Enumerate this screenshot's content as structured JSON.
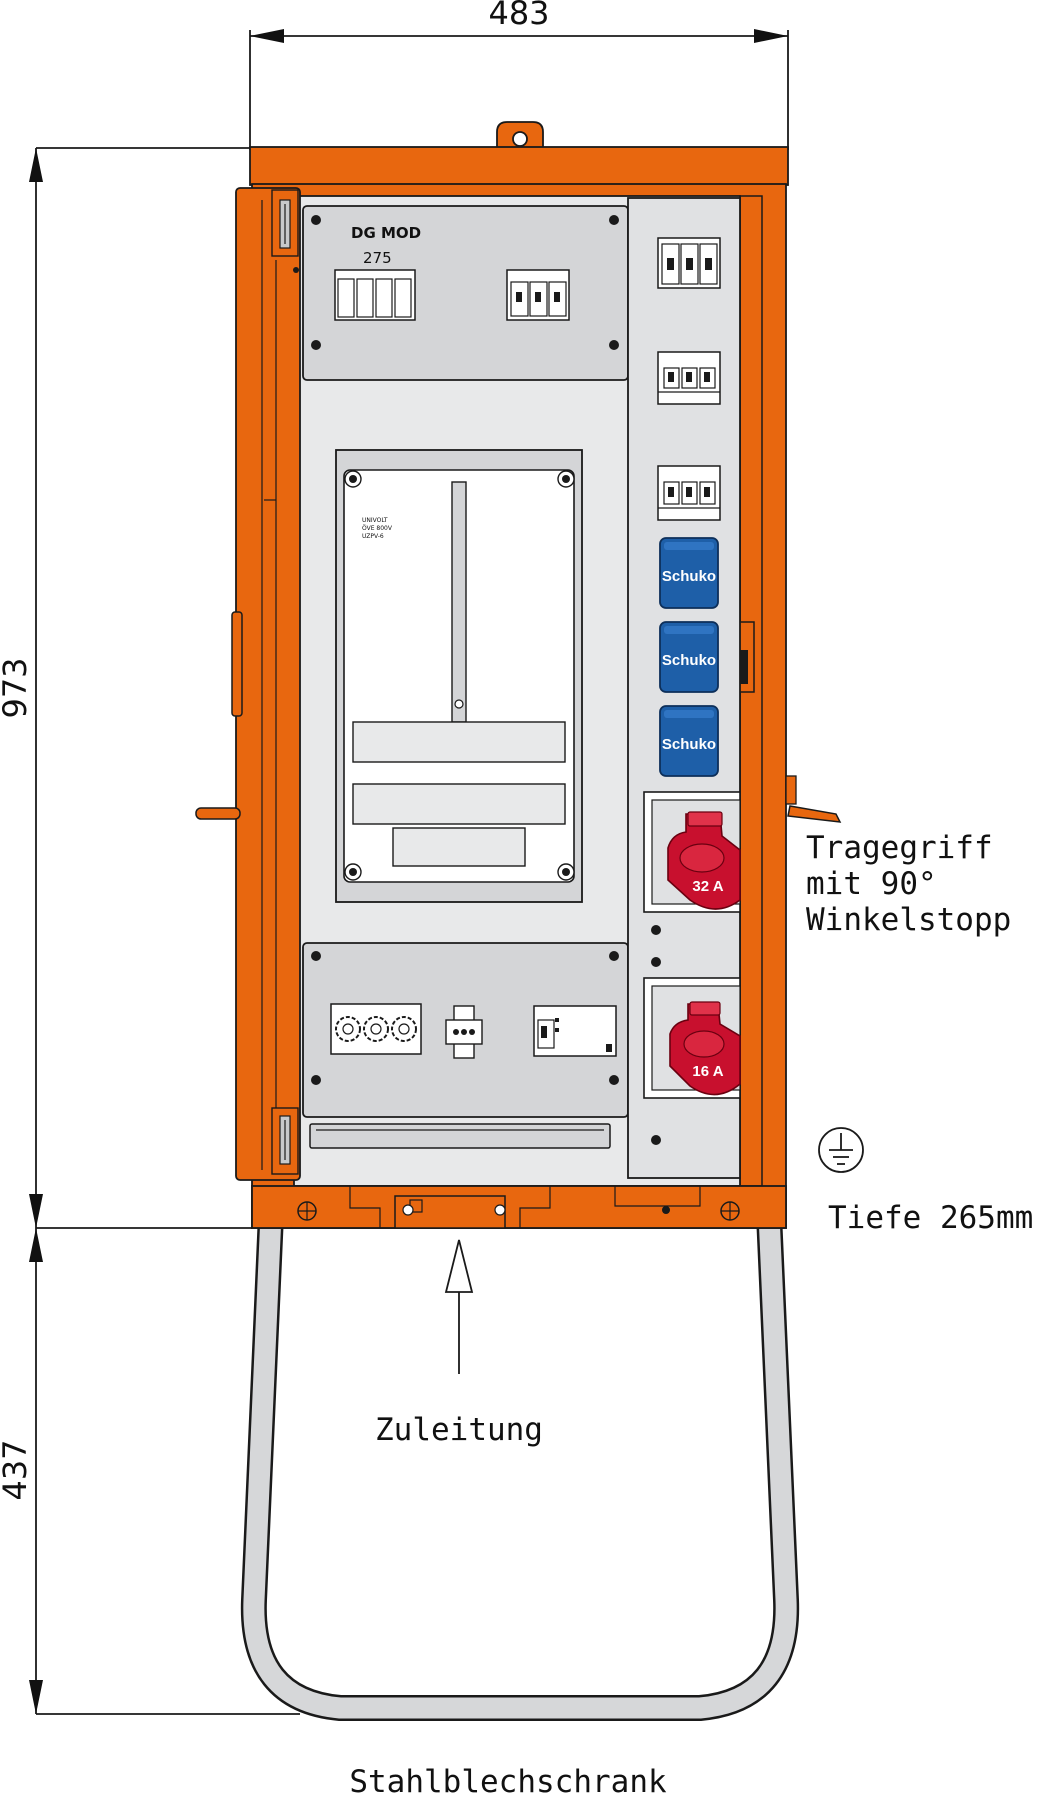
{
  "dimensions": {
    "width": "483",
    "height_cabinet": "973",
    "height_stand": "437"
  },
  "labels": {
    "handle_note_line1": "Tragegriff",
    "handle_note_line2": "mit 90°",
    "handle_note_line3": "Winkelstopp",
    "depth_note": "Tiefe 265mm",
    "feed_label": "Zuleitung",
    "material_label": "Stahlblechschrank"
  },
  "panel_top": {
    "spd_label_line1": "DG MOD",
    "spd_label_line2": "275"
  },
  "meter_panel": {
    "plate_line1": "UNIVOLT",
    "plate_line2": "ÖVE 800V",
    "plate_line3": "UZPV-6"
  },
  "sockets": {
    "schuko": [
      "Schuko",
      "Schuko",
      "Schuko"
    ],
    "cee_32": "32 A",
    "cee_16": "16 A"
  },
  "colors": {
    "cabinet_orange": "#e8670f",
    "panel_grey": "#d4d5d7",
    "panel_light": "#e8e9ea",
    "schuko_blue": "#1e5fa8",
    "cee_red": "#c8102e",
    "frame_grey": "#c8c9cb"
  }
}
